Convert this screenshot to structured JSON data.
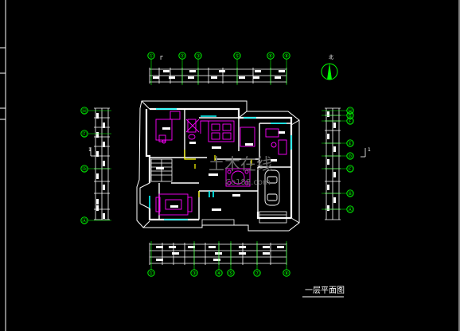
{
  "drawing": {
    "title": "一层平面图",
    "colors": {
      "background": "#000000",
      "wall": "#ffffff",
      "axis": "#00ff00",
      "dimension": "#ffffff",
      "fixture": "#ff00ff",
      "window": "#00ffff",
      "roof_edge": "#ffffff",
      "accent": "#ffff00",
      "watermark": "#6a6a6a"
    },
    "top_axis_labels": [
      "①",
      "②",
      "③",
      "⑤",
      "⑥",
      "⑧"
    ],
    "bottom_axis_labels": [
      "①",
      "③",
      "④",
      "⑤",
      "⑦",
      "⑧"
    ],
    "left_axis_labels": [
      "Ⓐ",
      "Ⓑ",
      "Ⓒ",
      "Ⓓ",
      "Ⓔ",
      "Ⓕ",
      "Ⓖ",
      "Ⓗ"
    ],
    "right_axis_labels": [
      "Ⓐ",
      "Ⓑ",
      "Ⓒ",
      "Ⓓ",
      "Ⓔ",
      "Ⓕ",
      "Ⓖ",
      "Ⓗ"
    ],
    "section_mark_left": "1",
    "section_mark_right": "1",
    "north_label": "北",
    "watermark_text": "土木在线",
    "watermark_sub": "Co188.com"
  }
}
